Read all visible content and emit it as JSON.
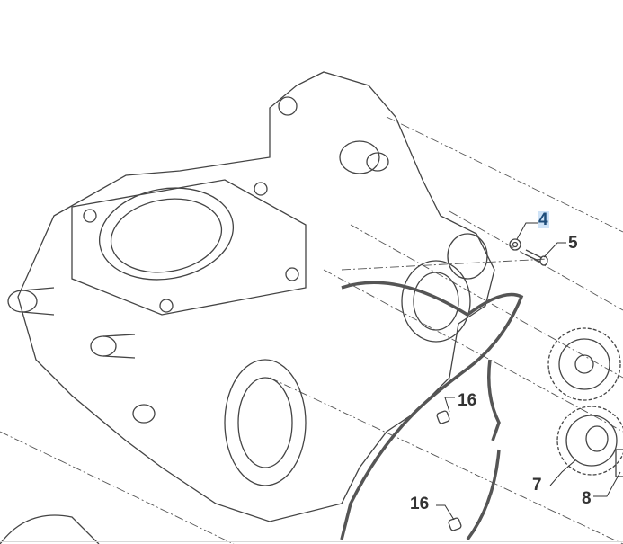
{
  "diagram": {
    "labels": {
      "washer": "4",
      "screw": "5",
      "dowel_upper": "16",
      "dowel_lower": "16",
      "gear_7": "7",
      "gear_8": "8"
    },
    "highlight_color": "#cfe3f7"
  }
}
